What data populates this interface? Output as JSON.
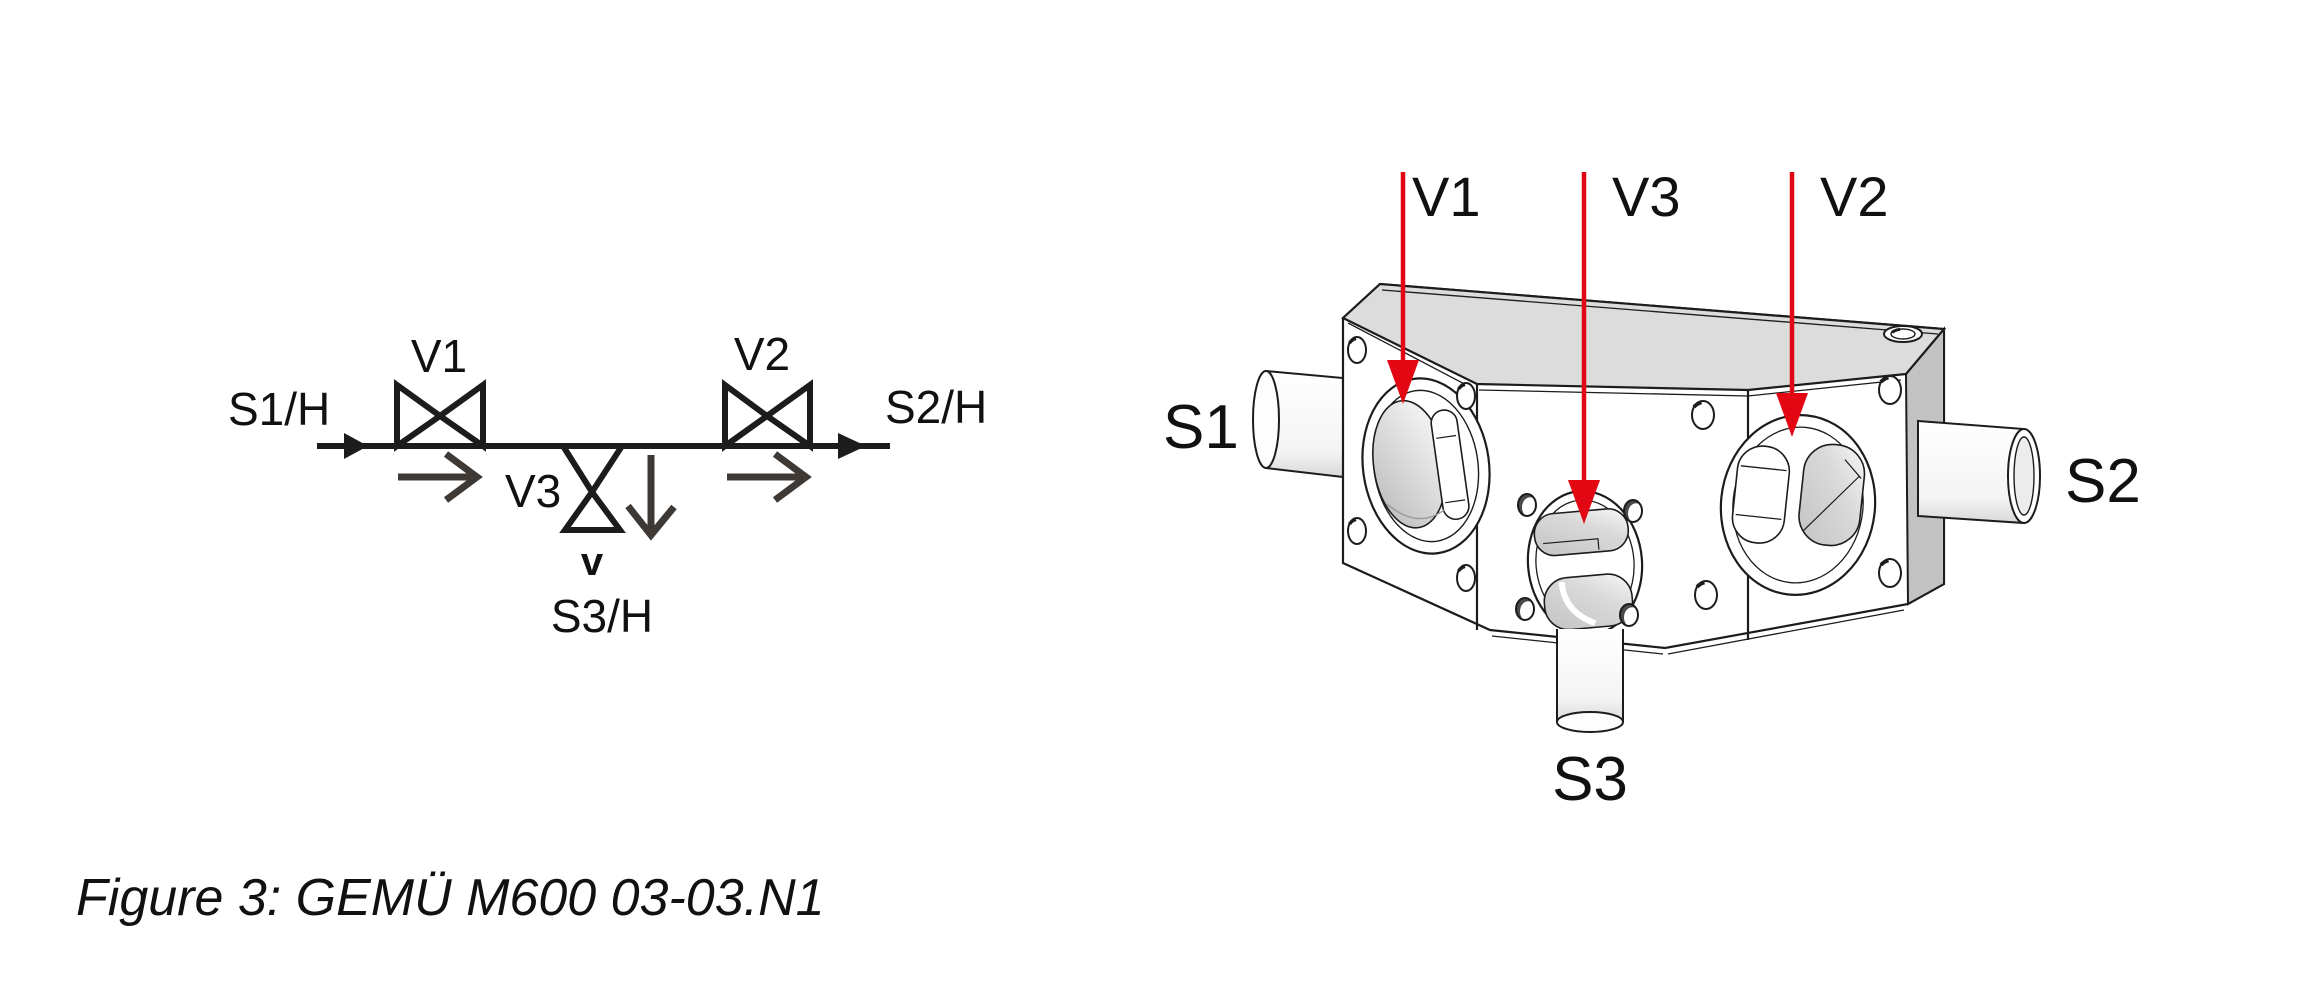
{
  "figure": {
    "caption": "Figure 3: GEMÜ M600 03-03.N1"
  },
  "schematic": {
    "valve_labels": {
      "v1": "V1",
      "v2": "V2",
      "v3": "V3"
    },
    "port_labels": {
      "s1": "S1/H",
      "s2": "S2/H",
      "s3": "S3/H"
    },
    "s3_marker": "v",
    "colors": {
      "line": "#1c1c1c",
      "flow_arrow_gray": "#3f3936"
    }
  },
  "iso_view": {
    "valve_labels": {
      "v1": "V1",
      "v3": "V3",
      "v2": "V2"
    },
    "port_labels": {
      "s1": "S1",
      "s2": "S2",
      "s3": "S3"
    },
    "colors": {
      "pointer_red": "#e30613",
      "outline": "#1c1c1c",
      "top_face_gray": "#dcdcdc",
      "side_face_gray": "#c2c2c2"
    }
  }
}
